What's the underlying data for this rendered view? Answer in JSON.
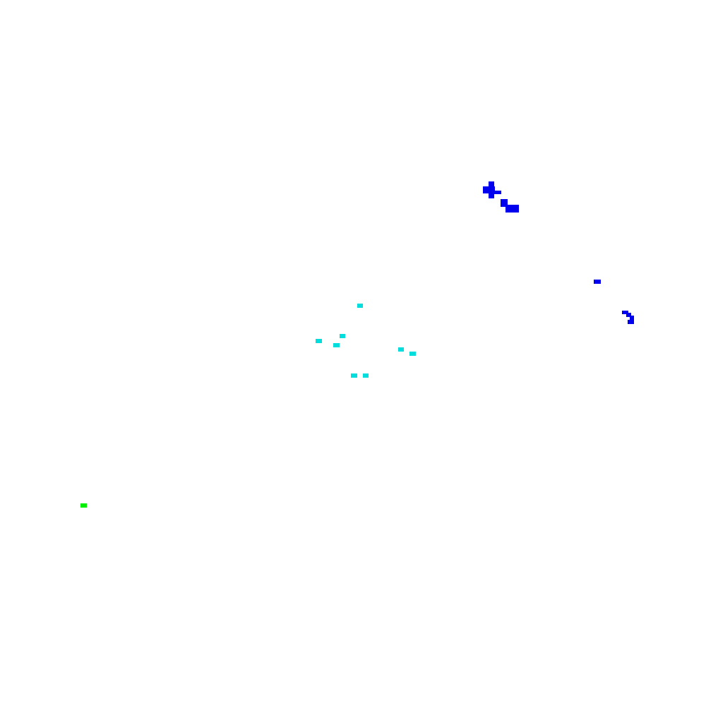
{
  "colors": {
    "background": "#ffffff",
    "blue": "#0000ee",
    "cyan": "#00dddd",
    "green": "#00ee00"
  },
  "groups": [
    {
      "name": "blue-cluster",
      "color_key": "blue"
    },
    {
      "name": "cyan-cluster",
      "color_key": "cyan"
    },
    {
      "name": "green-mark",
      "color_key": "green"
    }
  ]
}
